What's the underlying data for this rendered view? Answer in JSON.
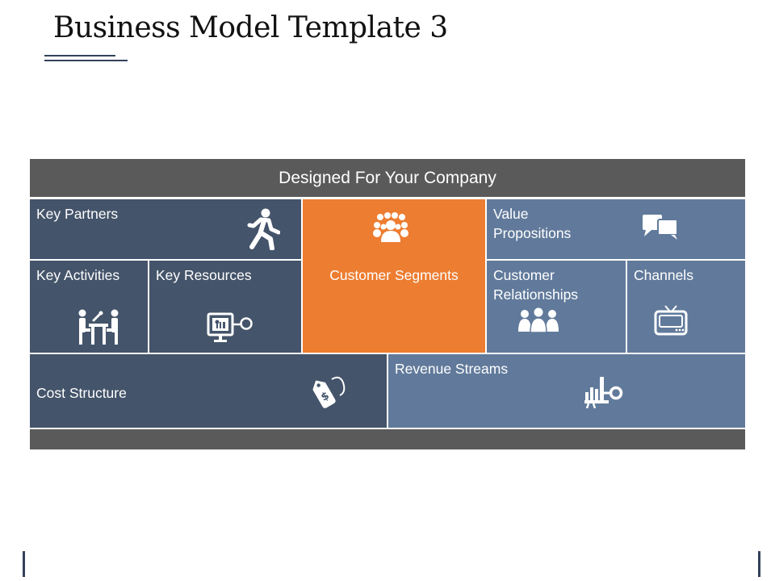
{
  "page": {
    "title": "Business Model Template 3"
  },
  "canvas": {
    "header": "Designed For Your Company",
    "blocks": {
      "key_partners": {
        "label": "Key Partners",
        "icon": "running-person-icon"
      },
      "key_activities": {
        "label": "Key Activities",
        "icon": "meeting-people-icon"
      },
      "key_resources": {
        "label": "Key Resources",
        "icon": "monitor-key-icon"
      },
      "customer_segments": {
        "label": "Customer Segments",
        "icon": "group-people-icon"
      },
      "value_propositions": {
        "label": "Value\nPropositions",
        "icon": "speech-bubbles-icon"
      },
      "customer_relationships": {
        "label": "Customer\nRelationships",
        "icon": "team-icon"
      },
      "channels": {
        "label": "Channels",
        "icon": "television-icon"
      },
      "cost_structure": {
        "label": "Cost Structure",
        "icon": "dollar-tag-icon"
      },
      "revenue_streams": {
        "label": "Revenue Streams",
        "icon": "bar-chart-coin-icon"
      }
    }
  },
  "colors": {
    "dark_cell": "#44546a",
    "light_cell": "#617a9b",
    "highlight_cell": "#ed7d31",
    "bar_gray": "#5a5a5a",
    "accent_rule": "#33415a"
  }
}
